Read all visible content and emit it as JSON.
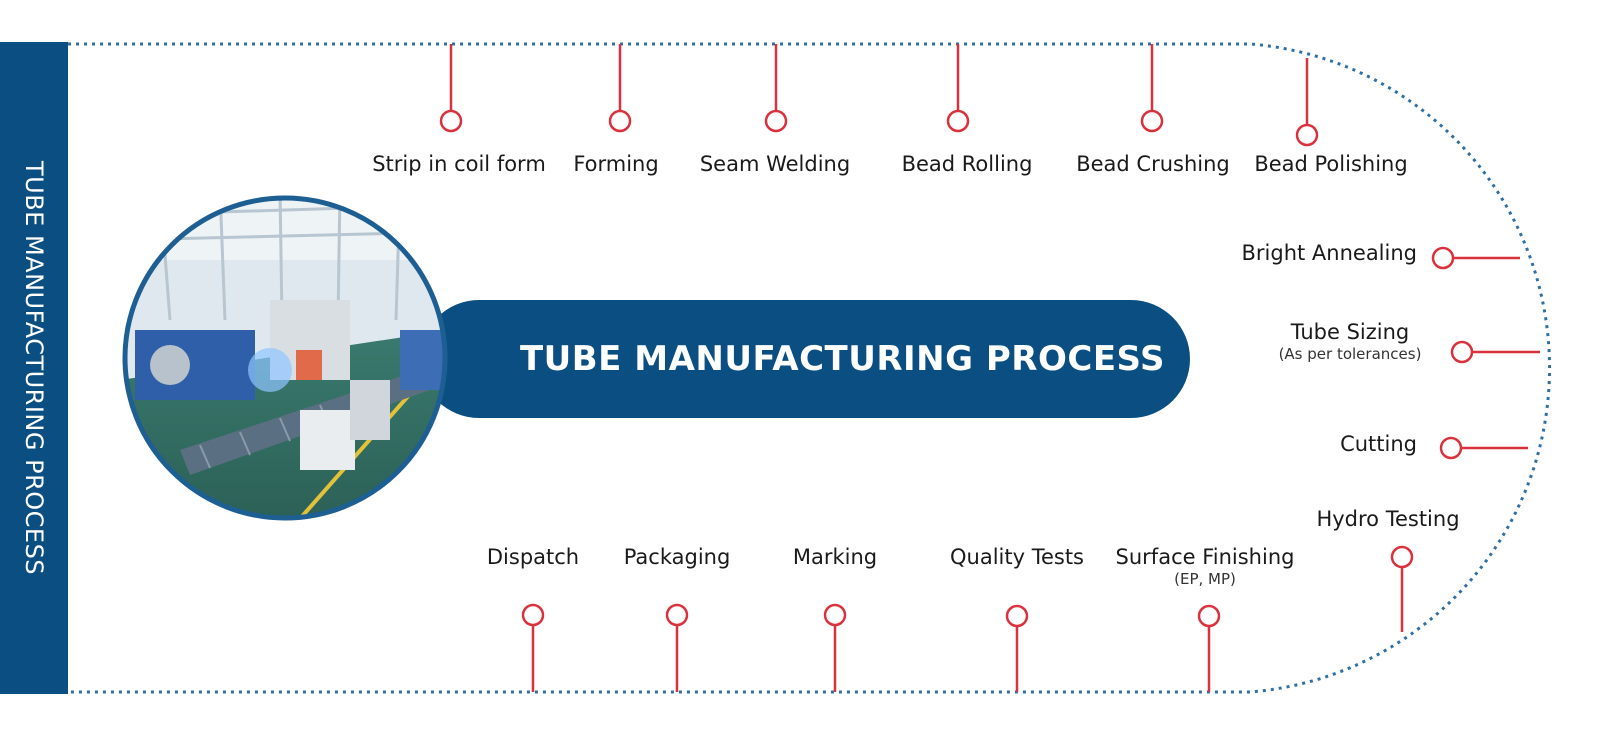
{
  "side_title": "TUBE MANUFACTURING PROCESS",
  "main_title": "TUBE MANUFACTURING PROCESS",
  "colors": {
    "navy": "#0b4f82",
    "dotted": "#2f6fa3",
    "marker": "#d9323c"
  },
  "image": {
    "description": "factory-production-line-photo"
  },
  "steps_top": [
    {
      "label": "Strip in coil form"
    },
    {
      "label": "Forming"
    },
    {
      "label": "Seam Welding"
    },
    {
      "label": "Bead Rolling"
    },
    {
      "label": "Bead Crushing"
    },
    {
      "label": "Bead Polishing"
    }
  ],
  "steps_right": [
    {
      "label": "Bright Annealing"
    },
    {
      "label": "Tube Sizing",
      "sub": "(As per tolerances)"
    },
    {
      "label": "Cutting"
    },
    {
      "label": "Hydro Testing"
    }
  ],
  "steps_bottom": [
    {
      "label": "Dispatch"
    },
    {
      "label": "Packaging"
    },
    {
      "label": "Marking"
    },
    {
      "label": "Quality Tests"
    },
    {
      "label": "Surface Finishing",
      "sub": "(EP, MP)"
    }
  ]
}
